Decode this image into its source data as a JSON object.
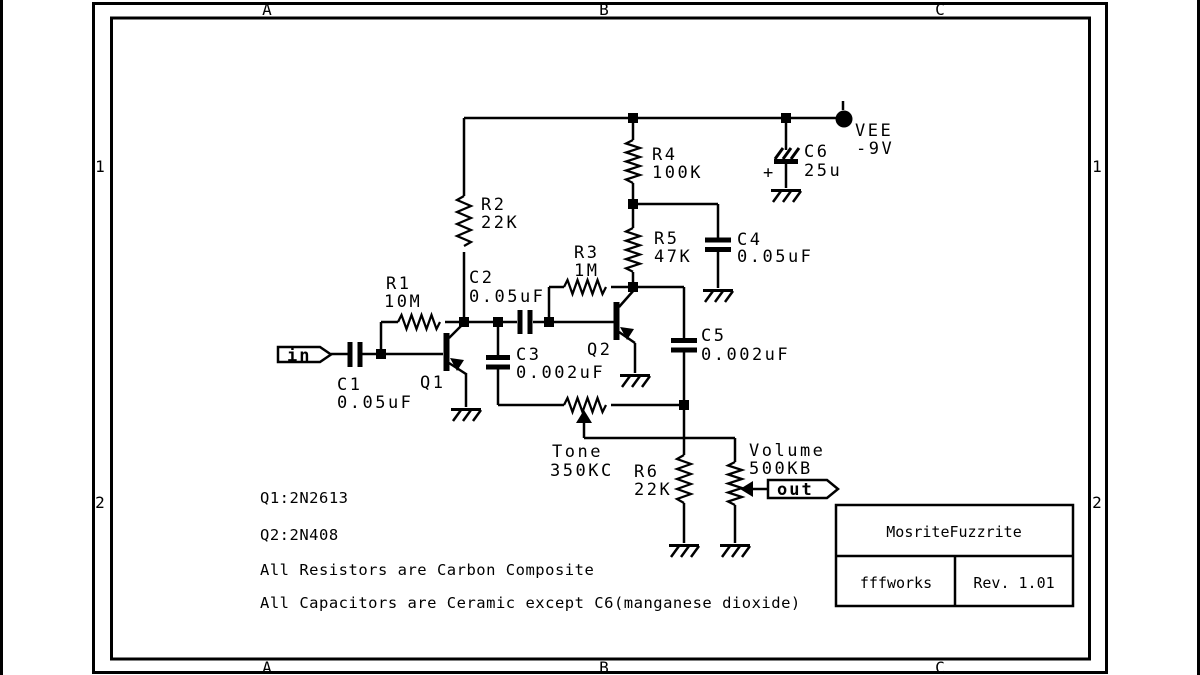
{
  "colors": {
    "ink": "#000000",
    "paper": "#ffffff"
  },
  "grid": {
    "top": [
      "A",
      "B",
      "C"
    ],
    "bottom": [
      "A",
      "B",
      "C"
    ],
    "left": [
      "1",
      "2"
    ],
    "right": [
      "1",
      "2"
    ]
  },
  "ports": {
    "input": "in",
    "output": "out"
  },
  "power": {
    "net": "VEE",
    "voltage": "-9V"
  },
  "components": {
    "r1": {
      "ref": "R1",
      "value": "10M"
    },
    "r2": {
      "ref": "R2",
      "value": "22K"
    },
    "r3": {
      "ref": "R3",
      "value": "1M"
    },
    "r4": {
      "ref": "R4",
      "value": "100K"
    },
    "r5": {
      "ref": "R5",
      "value": "47K"
    },
    "r6": {
      "ref": "R6",
      "value": "22K"
    },
    "c1": {
      "ref": "C1",
      "value": "0.05uF"
    },
    "c2": {
      "ref": "C2",
      "value": "0.05uF"
    },
    "c3": {
      "ref": "C3",
      "value": "0.002uF"
    },
    "c4": {
      "ref": "C4",
      "value": "0.05uF"
    },
    "c5": {
      "ref": "C5",
      "value": "0.002uF"
    },
    "c6": {
      "ref": "C6",
      "value": "25u",
      "polarity": "+"
    },
    "q1": {
      "ref": "Q1"
    },
    "q2": {
      "ref": "Q2"
    },
    "tone": {
      "ref": "Tone",
      "value": "350KC"
    },
    "volume": {
      "ref": "Volume",
      "value": "500KB"
    }
  },
  "notes": [
    "Q1:2N2613",
    "Q2:2N408",
    "All Resistors are Carbon Composite",
    "All Capacitors are Ceramic except C6(manganese dioxide)"
  ],
  "title_block": {
    "title": "MosriteFuzzrite",
    "author": "fffworks",
    "revision": "Rev. 1.01"
  }
}
